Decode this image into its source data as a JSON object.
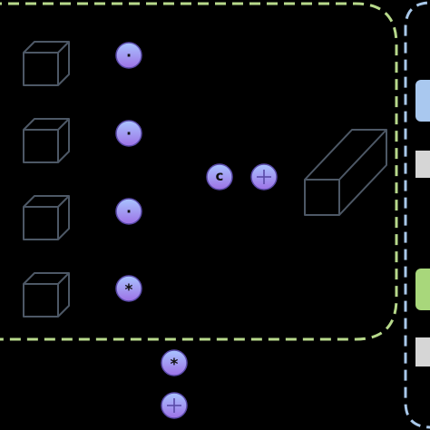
{
  "colors": {
    "background": "#000000",
    "block_border": "#b7d98b",
    "side_border": "#a9c8ea",
    "cube_stroke": "#4d5866",
    "node_fill_top": "#a9c4ff",
    "node_fill_bottom": "#9d72e6",
    "node_ring": "#5a4aa8",
    "tab_blue": "#a9c8ef",
    "tab_gray": "#d6d6d6",
    "tab_green": "#a8d77b"
  },
  "operators": {
    "dot": "·",
    "concat": "c",
    "add": "+",
    "mul": "*"
  },
  "icons": {
    "cube": "cube-icon",
    "tensor": "tensor-block-icon"
  },
  "diagram": {
    "rows": [
      {
        "op": "dot"
      },
      {
        "op": "dot"
      },
      {
        "op": "dot"
      },
      {
        "op": "mul"
      }
    ],
    "merge_ops": [
      "concat",
      "add"
    ],
    "bottom_ops": [
      "mul",
      "add"
    ],
    "side_tabs": [
      "tab_blue",
      "tab_gray",
      "tab_green",
      "tab_gray"
    ]
  }
}
